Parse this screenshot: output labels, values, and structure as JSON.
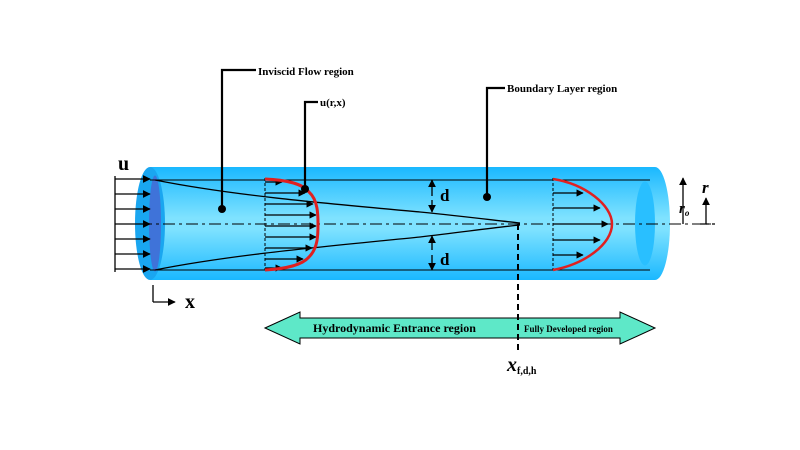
{
  "labels": {
    "inviscid": "Inviscid Flow region",
    "velocity_profile": "u(r,x)",
    "boundary_layer": "Boundary Layer region",
    "u": "u",
    "x_axis": "x",
    "d_top": "d",
    "d_bottom": "d",
    "r_o": "r",
    "r_o_sub": "o",
    "r": "r",
    "entrance_region": "Hydrodynamic Entrance region",
    "developed_region": "Fully Developed region",
    "x_fdh": "x",
    "x_fdh_sub": "f,d,h"
  },
  "colors": {
    "pipe_fill": "#33ccff",
    "pipe_end": "#1a9fe6",
    "profile": "#e02020",
    "arrow_band": "#5ee8c8",
    "ink": "#000000"
  }
}
